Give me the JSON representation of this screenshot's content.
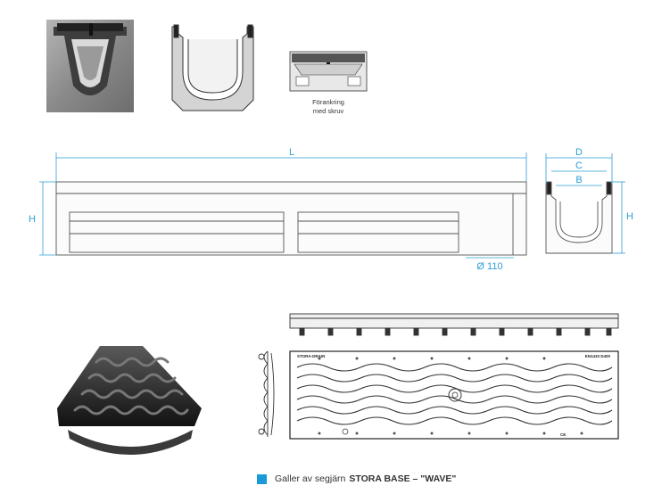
{
  "labels": {
    "anchoring": [
      "Förankring",
      "med skruv"
    ],
    "L": "L",
    "H": "H",
    "D": "D",
    "C": "C",
    "B": "B",
    "pipe": "Ø 110",
    "grate_brand": "STORA-DRAIN",
    "grate_norm": "EN1433 D400",
    "grate_ce": "CE"
  },
  "caption": {
    "text": "Galler av segjärn",
    "bold": "STORA BASE – \"WAVE\""
  },
  "colors": {
    "accent": "#1a9ad6",
    "dimension": "#2a9fd6",
    "line": "#333333",
    "photo_grey": "#8c8c8c"
  }
}
